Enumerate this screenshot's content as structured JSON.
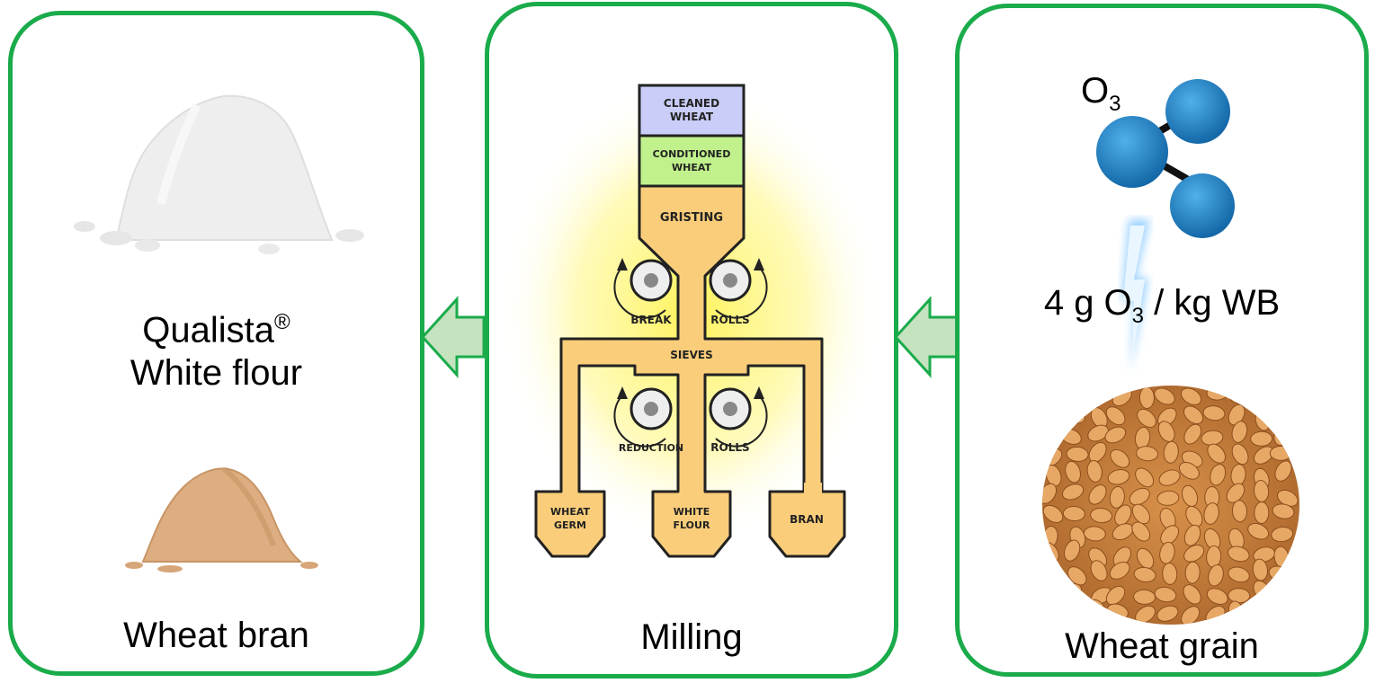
{
  "left_panel": {
    "flour_label_line1": "Qualista",
    "flour_label_reg": "®",
    "flour_label_line2": "White flour",
    "bran_label": "Wheat bran"
  },
  "middle_panel": {
    "label": "Milling",
    "diagram": {
      "cleaned_1": "CLEANED",
      "cleaned_2": "WHEAT",
      "conditioned_1": "CONDITIONED",
      "conditioned_2": "WHEAT",
      "gristing": "GRISTING",
      "break": "BREAK",
      "rolls_1": "ROLLS",
      "sieves": "SIEVES",
      "reduction": "REDUCTION",
      "rolls_2": "ROLLS",
      "germ_1": "WHEAT",
      "germ_2": "GERM",
      "flour_1": "WHITE",
      "flour_2": "FLOUR",
      "bran": "BRAN"
    }
  },
  "right_panel": {
    "ozone_symbol": "O",
    "ozone_sub": "3",
    "dose_prefix": "4 g O",
    "dose_sub": "3",
    "dose_suffix": " / kg WB",
    "grain_label": "Wheat grain"
  },
  "colors": {
    "panel_border": "#1aab4b",
    "arrow_fill": "#c6e3c0",
    "arrow_stroke": "#1aab4b",
    "hopper": "#f9cd7a",
    "cleaned": "#c9cdf7",
    "conditioned": "#c0f18c",
    "ozone": "#1e7fbf"
  }
}
